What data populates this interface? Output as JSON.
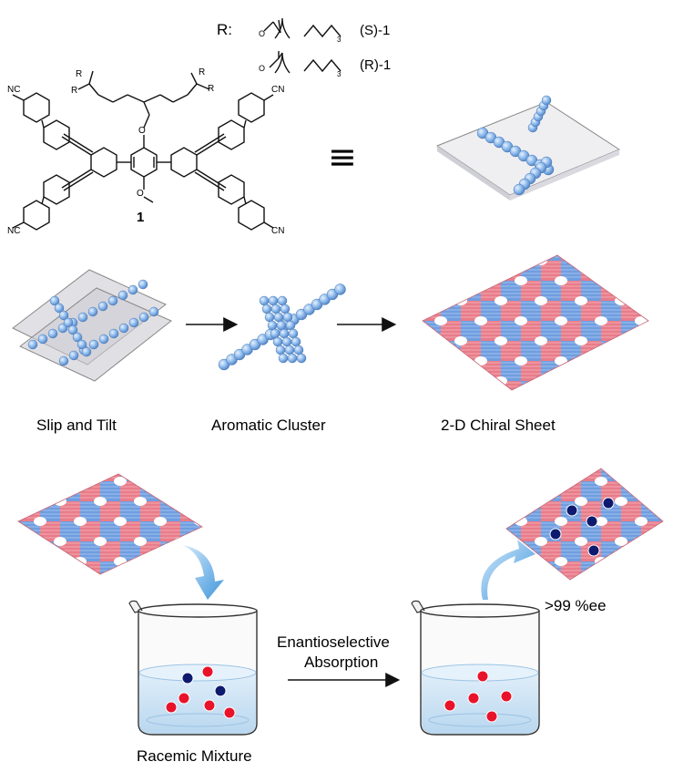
{
  "structure": {
    "r_prefix": "R:",
    "r_s_label": "(S)-1",
    "r_r_label": "(R)-1",
    "compound_number": "1",
    "subscript_3": "3",
    "atoms": {
      "nc": "NC",
      "cn": "CN",
      "n": "N",
      "o": "O",
      "r": "R",
      "ome_o": "O"
    },
    "equivalence_symbol": "≡"
  },
  "process": {
    "step1": "Slip and Tilt",
    "step2": "Aromatic Cluster",
    "step3": "2-D Chiral Sheet"
  },
  "separation": {
    "left_label": "Racemic Mixture",
    "arrow_label_line1": "Enantioselective",
    "arrow_label_line2": "Absorption",
    "ee_value": ">99 %ee"
  },
  "colors": {
    "sheet_red": "#e05a6a",
    "sheet_blue": "#5b8fd6",
    "sphere_blue": "#8ab8ec",
    "dot_red": "#e8132a",
    "dot_navy": "#0d1a6e",
    "liquid": "#cfe4f5"
  }
}
